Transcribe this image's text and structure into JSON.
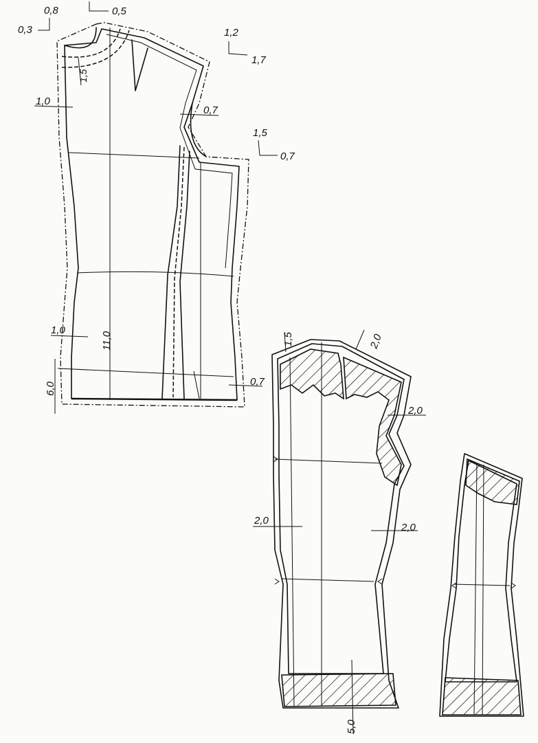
{
  "labels": {
    "front_piece": {
      "a": "0,8",
      "b": "0,3",
      "c": "0,5",
      "d": "1,2",
      "e": "1,7",
      "f": "1,5",
      "g": "1,0",
      "h": "0,7",
      "i": "1,5",
      "j": "0,7",
      "k": "1,0",
      "l": "11,0",
      "m": "6,0",
      "n": "0,7"
    },
    "back_piece": {
      "a": "1,5",
      "b": "2,0",
      "c": "2,0",
      "d": "2,0",
      "e": "2,0",
      "f": "5,0"
    }
  },
  "colors": {
    "ink": "#111111",
    "paper": "#fbfbf9"
  }
}
